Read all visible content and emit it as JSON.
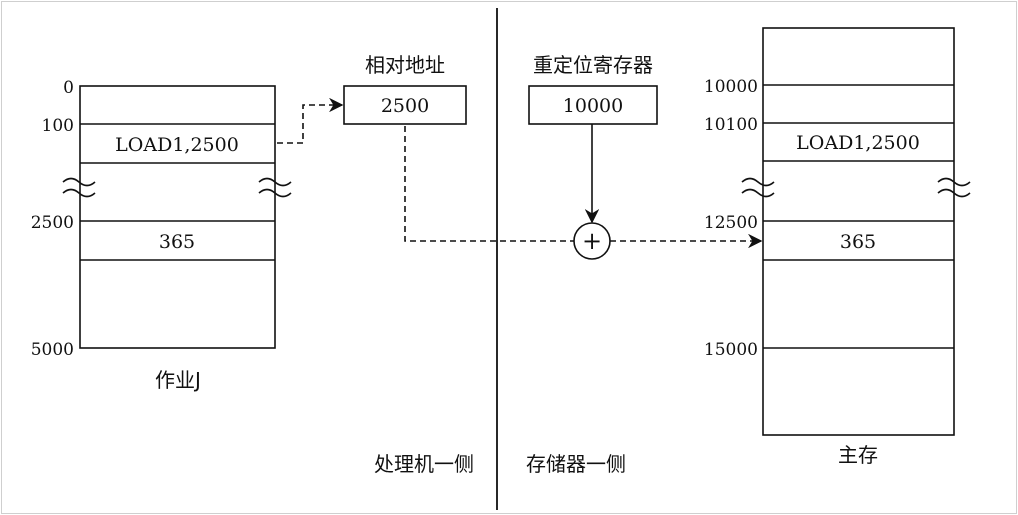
{
  "job": {
    "caption": "作业J",
    "addresses": [
      "0",
      "100",
      "2500",
      "5000"
    ],
    "instruction": "LOAD1,2500",
    "data_value": "365"
  },
  "relative_address": {
    "label": "相对地址",
    "value": "2500"
  },
  "relocation_register": {
    "label": "重定位寄存器",
    "value": "10000"
  },
  "adder": {
    "symbol": "+"
  },
  "divider": {
    "left_label": "处理机一侧",
    "right_label": "存储器一侧"
  },
  "main_memory": {
    "caption": "主存",
    "addresses": [
      "10000",
      "10100",
      "12500",
      "15000"
    ],
    "instruction": "LOAD1,2500",
    "data_value": "365"
  },
  "colors": {
    "ink": "#111111",
    "background": "#ffffff",
    "frame": "#cfcfcf"
  }
}
